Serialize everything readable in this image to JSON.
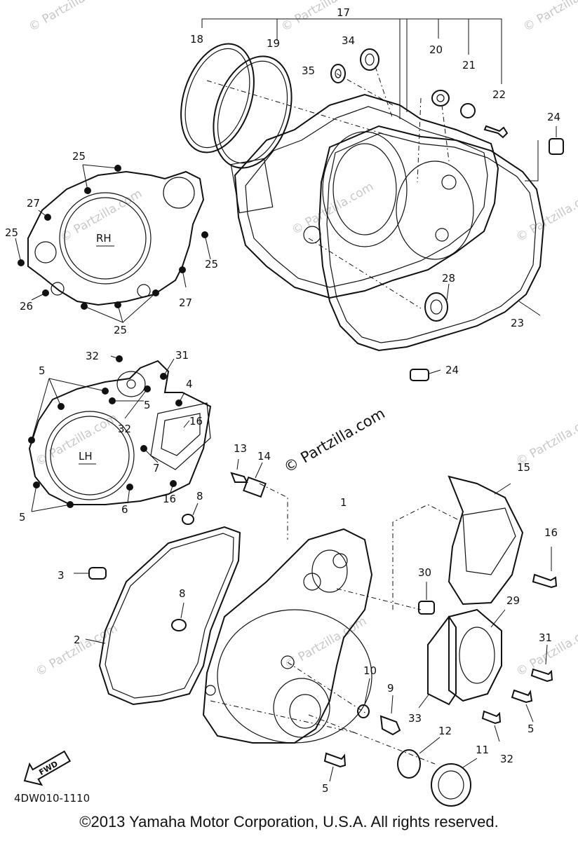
{
  "diagram": {
    "callouts": [
      "1",
      "2",
      "3",
      "4",
      "5",
      "6",
      "7",
      "8",
      "9",
      "10",
      "11",
      "12",
      "13",
      "14",
      "15",
      "16",
      "17",
      "18",
      "19",
      "20",
      "21",
      "22",
      "23",
      "24",
      "25",
      "26",
      "27",
      "28",
      "29",
      "30",
      "31",
      "32",
      "33",
      "34",
      "35"
    ],
    "cover_labels": {
      "rh": "RH",
      "lh": "LH"
    },
    "fwd_label": "FWD",
    "diagram_code": "4DW010-1110",
    "watermark": "© Partzilla.com",
    "faint_watermark": "© Partzilla.com"
  },
  "footer": {
    "copyright": "©2013 Yamaha Motor Corporation, U.S.A. All rights reserved."
  }
}
